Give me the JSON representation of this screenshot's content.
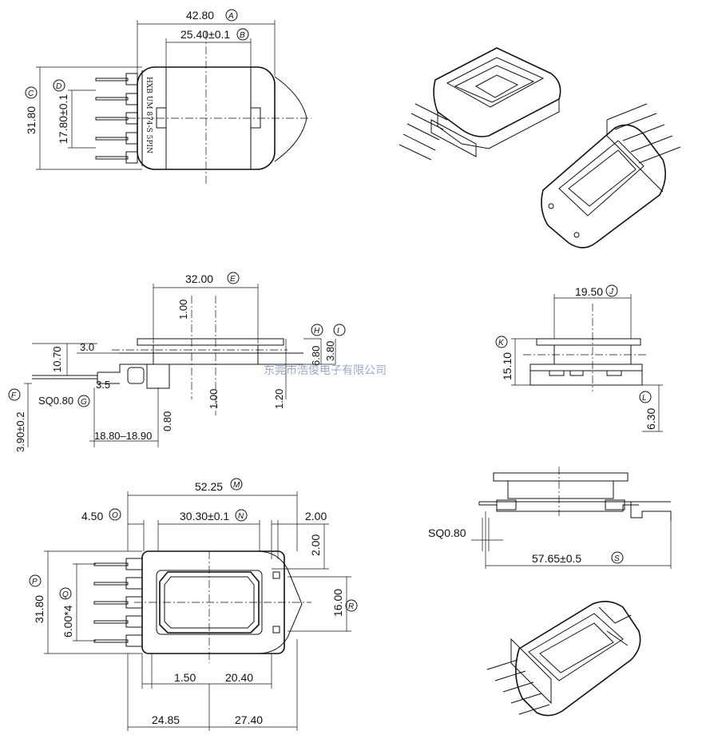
{
  "watermark": "东莞市浩俊电子有限公司",
  "pin_label": "HXB   UM 874-S   5PIN",
  "top_view": {
    "overall_width": "42.80",
    "overall_width_ref": "A",
    "window_width": "25.40±0.1",
    "window_width_ref": "B",
    "height": "31.80",
    "height_ref": "C",
    "pin_span": "17.80±0.1",
    "pin_span_ref": "D"
  },
  "side_view": {
    "flange_width": "32.00",
    "flange_width_ref": "E",
    "dim_1": "1.00",
    "dim_3": "3.0",
    "dim_1070": "10.70",
    "dim_680": "6.80",
    "ref_h": "H",
    "dim_380": "3.80",
    "ref_i": "I",
    "dim_35": "3.5",
    "pin_sq": "SQ0.80",
    "pin_sq_ref": "G",
    "pin_length": "3.90±0.2",
    "pin_length_ref": "F",
    "dim_100b": "1.00",
    "dim_120": "1.20",
    "dim_080": "0.80",
    "range": "18.80–18.90"
  },
  "end_view": {
    "width": "19.50",
    "width_ref": "J",
    "height": "15.10",
    "height_ref": "K",
    "foot": "6.30",
    "foot_ref": "L"
  },
  "bottom_view": {
    "overall": "52.25",
    "overall_ref": "M",
    "inner": "30.30±0.1",
    "inner_ref": "N",
    "offset": "4.50",
    "offset_ref": "O",
    "dim_200a": "2.00",
    "dim_200b": "2.00",
    "height": "31.80",
    "height_ref": "P",
    "pitch": "6.00*4",
    "pitch_ref": "Q",
    "dim_16": "16.00",
    "dim_16_ref": "R",
    "dim_150": "1.50",
    "dim_2040": "20.40",
    "dim_2485": "24.85",
    "dim_2740": "27.40"
  },
  "front_view": {
    "pin_sq": "SQ0.80",
    "overall": "57.65±0.5",
    "overall_ref": "S"
  }
}
